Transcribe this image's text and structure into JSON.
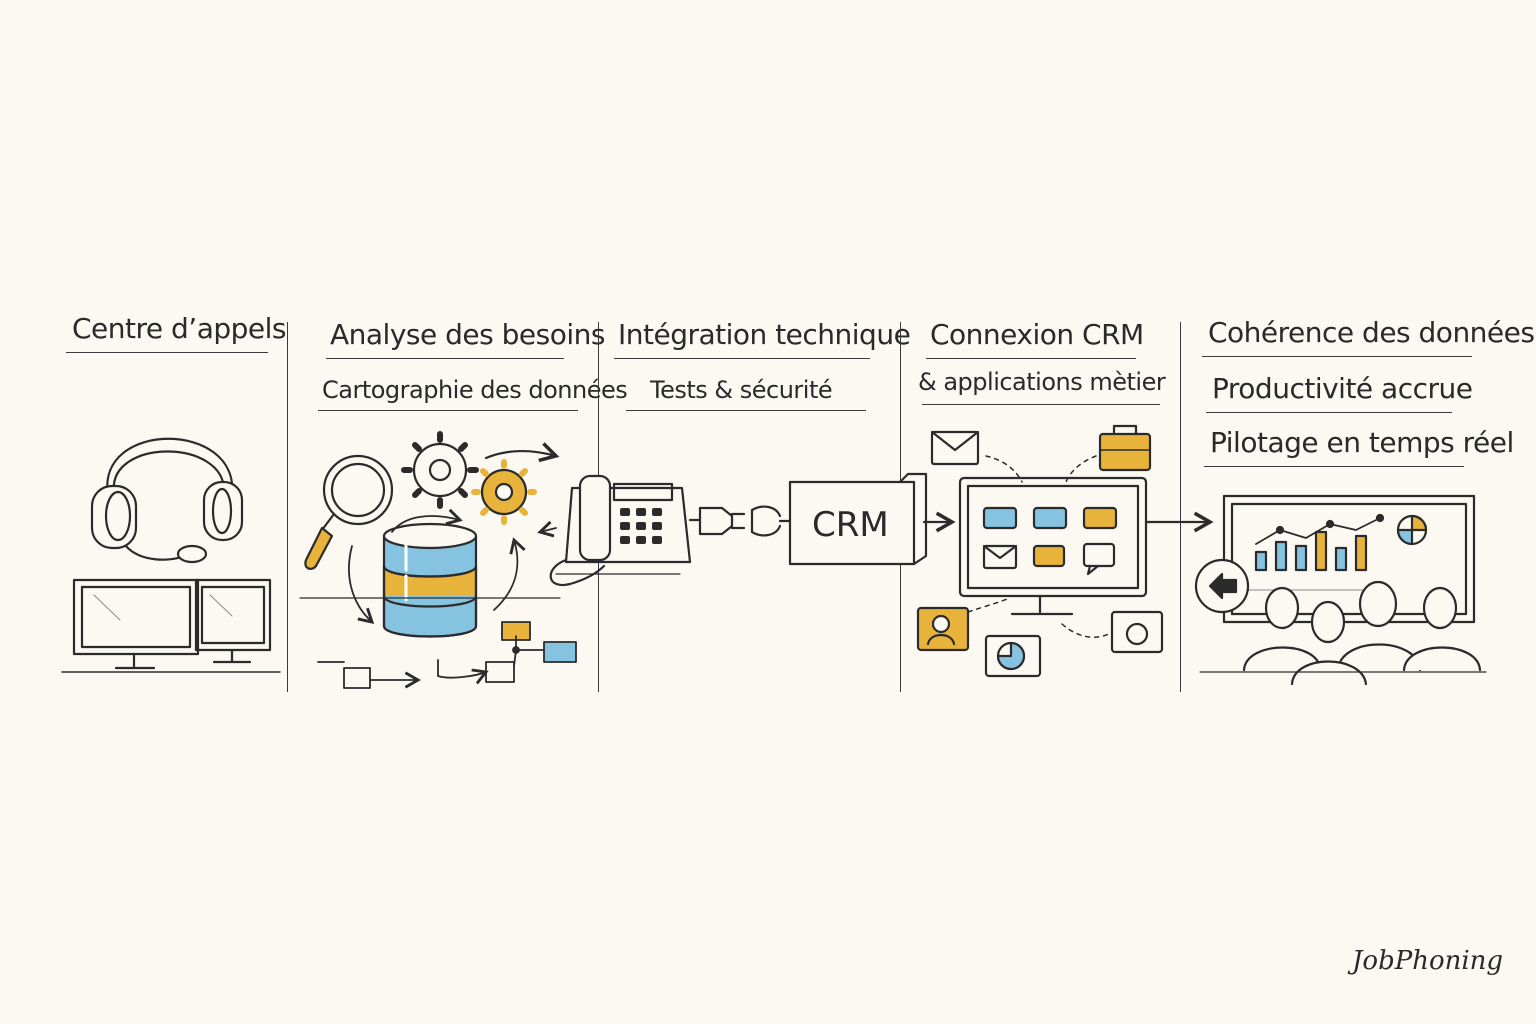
{
  "columns": [
    {
      "title": "Centre d’appels"
    },
    {
      "title": "Analyse des besoins",
      "subtitle": "Cartographie des données"
    },
    {
      "title": "Intégration technique",
      "subtitle": "Tests & sécurité"
    },
    {
      "title": "Connexion CRM",
      "subtitle": "& applications mètier"
    },
    {
      "title": "Cohérence des données",
      "subtitle": "Productivité accrue",
      "subtitle2": "Pilotage en temps réel"
    }
  ],
  "crm_box_label": "CRM",
  "brand": "JobPhoning",
  "icons": [
    "headset-icon",
    "dual-monitor-icon",
    "magnifier-icon",
    "gears-icon",
    "database-icon",
    "flowchart-icon",
    "desk-phone-icon",
    "plug-icon",
    "crm-box-icon",
    "monitor-apps-icon",
    "envelope-icon",
    "briefcase-icon",
    "contact-card-icon",
    "pie-chart-icon",
    "camera-icon",
    "dashboard-chart-icon",
    "people-group-icon",
    "arrow-badge-icon"
  ],
  "colors": {
    "accent_yellow": "#e8b33b",
    "accent_blue": "#86c3e0",
    "ink": "#2b2b2b",
    "background": "#fbf9f2"
  }
}
